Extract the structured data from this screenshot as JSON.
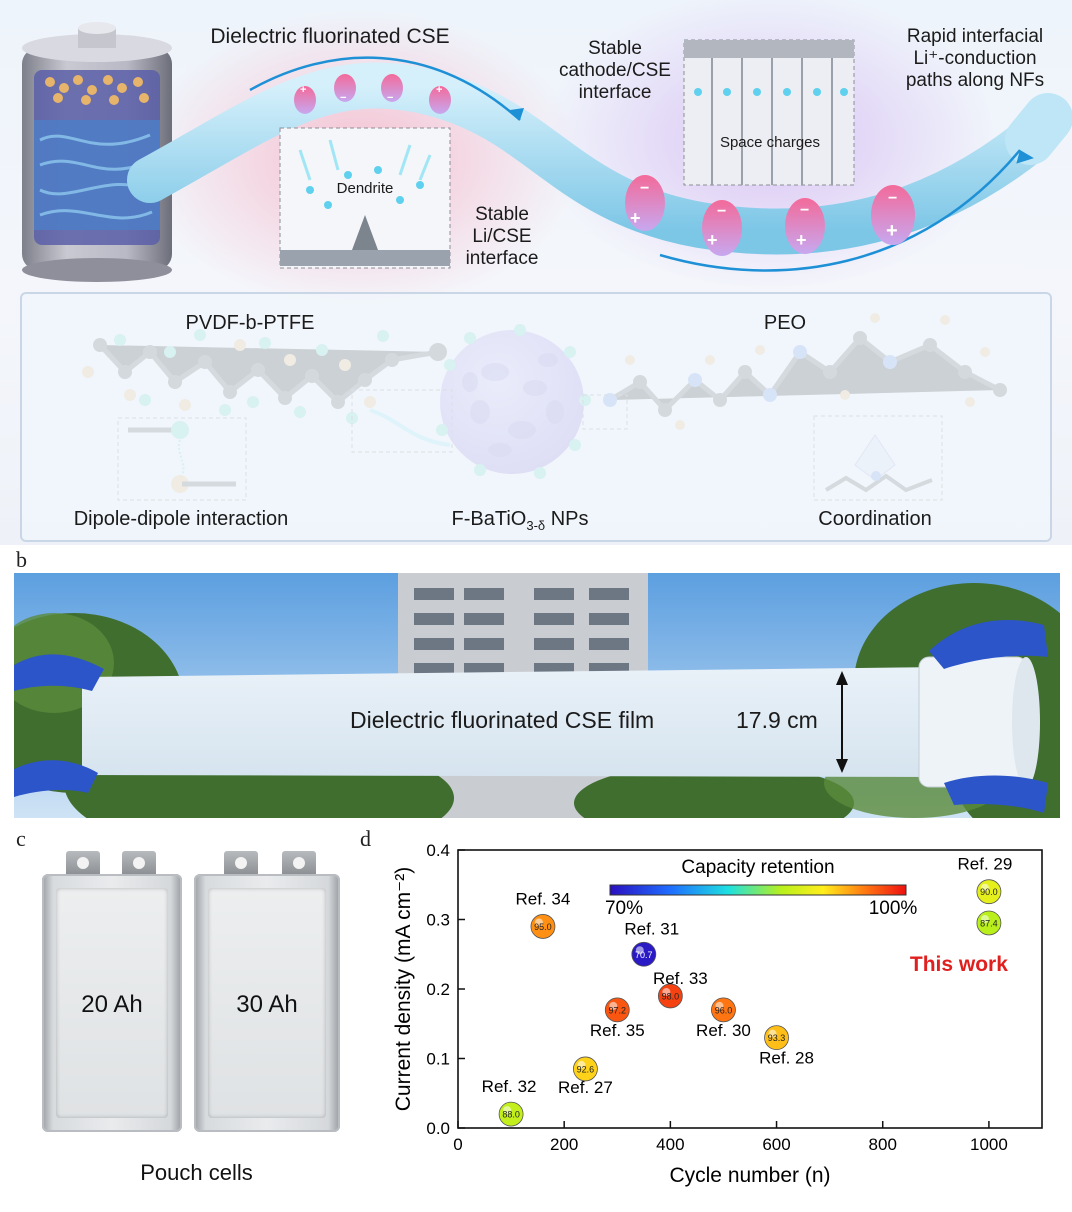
{
  "panel_a": {
    "labels": {
      "dielectric_cse": "Dielectric fluorinated CSE",
      "dendrite": "Dendrite",
      "stable_li": [
        "Stable",
        "Li/CSE",
        "interface"
      ],
      "stable_cathode": [
        "Stable",
        "cathode/CSE",
        "interface"
      ],
      "space_charges": "Space charges",
      "rapid": [
        "Rapid interfacial",
        "Li⁺-conduction",
        "paths along NFs"
      ],
      "pvdf": "PVDF-b-PTFE",
      "peo": "PEO",
      "dipole": "Dipole-dipole interaction",
      "nps_main": "F-BaTiO",
      "nps_sub": "3-δ",
      "nps_tail": " NPs",
      "coordination": "Coordination"
    },
    "dipole_symbols": {
      "plus": "+",
      "minus": "−"
    }
  },
  "panel_b": {
    "panel_label": "b",
    "film_label": "Dielectric fluorinated CSE film",
    "width_label": "17.9 cm"
  },
  "panel_c": {
    "panel_label": "c",
    "cells": [
      "20 Ah",
      "30 Ah"
    ],
    "caption": "Pouch cells"
  },
  "panel_d": {
    "panel_label": "d",
    "this_work_label": "This work",
    "colorbar": {
      "title": "Capacity retention",
      "min_label": "70%",
      "max_label": "100%",
      "min": 70,
      "max": 100
    }
  },
  "chart_data": {
    "type": "scatter",
    "title": "",
    "xlabel": "Cycle number (n)",
    "ylabel": "Current density (mA cm⁻²)",
    "xlim": [
      0,
      1100
    ],
    "ylim": [
      0,
      0.4
    ],
    "xticks": [
      0,
      200,
      400,
      600,
      800,
      1000
    ],
    "yticks": [
      0.0,
      0.1,
      0.2,
      0.3,
      0.4
    ],
    "color_scale": "capacity retention (%)",
    "points": [
      {
        "ref": "Ref. 34",
        "x": 160,
        "y": 0.29,
        "retention": 95.0,
        "label": "95.0"
      },
      {
        "ref": "Ref. 31",
        "x": 350,
        "y": 0.25,
        "retention": 70.7,
        "label": "70.7"
      },
      {
        "ref": "Ref. 33",
        "x": 400,
        "y": 0.19,
        "retention": 98.0,
        "label": "98.0"
      },
      {
        "ref": "Ref. 35",
        "x": 300,
        "y": 0.17,
        "retention": 97.2,
        "label": "97.2"
      },
      {
        "ref": "Ref. 30",
        "x": 500,
        "y": 0.17,
        "retention": 96.0,
        "label": "96.0"
      },
      {
        "ref": "Ref. 28",
        "x": 600,
        "y": 0.13,
        "retention": 93.3,
        "label": "93.3"
      },
      {
        "ref": "Ref. 27",
        "x": 240,
        "y": 0.085,
        "retention": 92.6,
        "label": "92.6"
      },
      {
        "ref": "Ref. 32",
        "x": 100,
        "y": 0.02,
        "retention": 88.0,
        "label": "88.0"
      },
      {
        "ref": "Ref. 29",
        "x": 1000,
        "y": 0.34,
        "retention": 90.0,
        "label": "90.0"
      },
      {
        "ref": "",
        "x": 1000,
        "y": 0.295,
        "retention": 87.4,
        "label": "87.4",
        "this_work": true
      }
    ]
  },
  "colors": {
    "nanofiber": "#8fd3ef",
    "nanoparticle": "#a889e6",
    "this_work": "#e0201e",
    "axis": "#111111"
  }
}
